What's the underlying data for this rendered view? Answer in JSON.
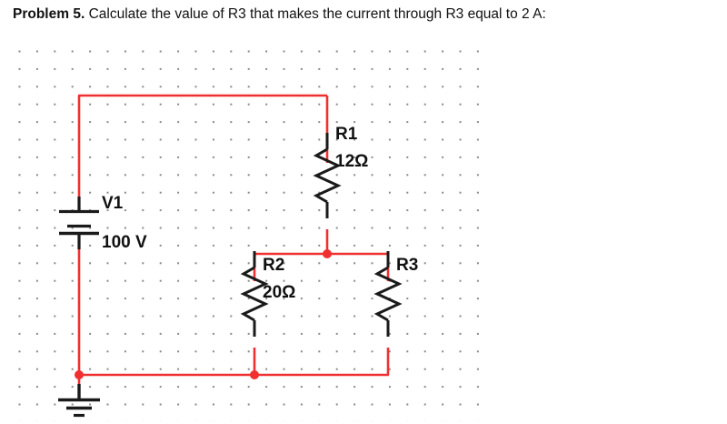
{
  "problem": {
    "label": "Problem 5.",
    "text": "Calculate the value of R3 that makes the current through R3 equal to 2 A:"
  },
  "circuit": {
    "title": "dc-circuit-schematic",
    "colors": {
      "wire": "#f03030",
      "component": "#1a1a1a",
      "grid_dot": "#8a8a8a",
      "background": "#ffffff"
    },
    "grid": {
      "spacing": 19.4,
      "dot_size": 2
    },
    "components": [
      {
        "id": "V1",
        "type": "voltage-source",
        "name": "V1",
        "value": "100 V"
      },
      {
        "id": "R1",
        "type": "resistor",
        "name": "R1",
        "value": "12Ω"
      },
      {
        "id": "R2",
        "type": "resistor",
        "name": "R2",
        "value": "20Ω"
      },
      {
        "id": "R3",
        "type": "resistor",
        "name": "R3",
        "value": ""
      },
      {
        "id": "GND",
        "type": "ground",
        "name": "",
        "value": ""
      }
    ]
  }
}
